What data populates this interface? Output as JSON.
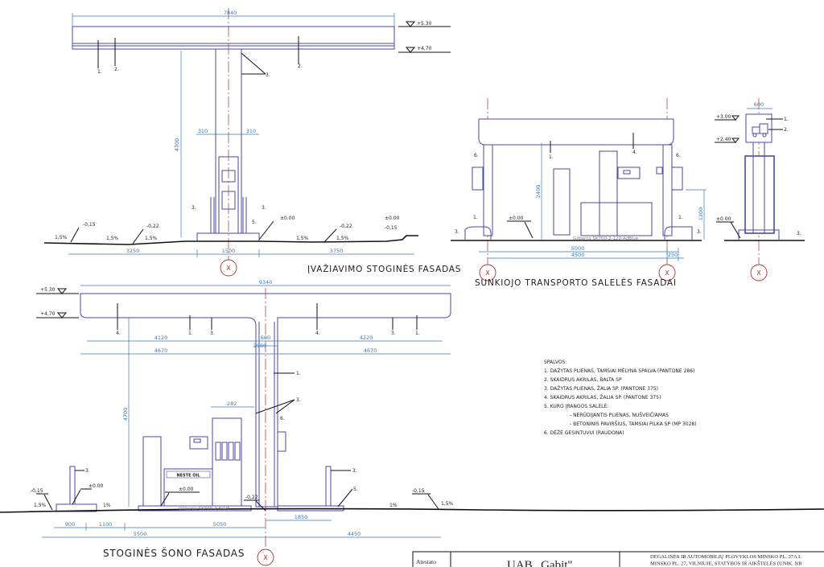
{
  "front": {
    "title": "ĮVAŽIAVIMO STOGINĖS FASADAS",
    "dims": [
      "7840",
      "4700",
      "310",
      "310",
      "3250",
      "1500",
      "3750"
    ],
    "levels": [
      "+5.30",
      "+4,70"
    ],
    "labels": [
      "1.",
      "2.",
      "2.",
      "3.",
      "3.",
      "3.",
      "5.",
      "-0,15",
      "1,5%",
      "1,5%",
      "-0,22",
      "1,5%",
      "±0.00",
      "1,5%",
      "-0,22",
      "1,5%",
      "±0.00",
      "-0,15"
    ],
    "axis": "X"
  },
  "truck": {
    "title": "SUNKIOJO TRANSPORTO SALELĖS FASADAI",
    "dims": [
      "5000",
      "4500",
      "250",
      "2400",
      "1200",
      "600"
    ],
    "levels": [
      "+3.00",
      "+2.40"
    ],
    "labels": [
      "6.",
      "1.",
      "4.",
      "6.",
      "1.",
      "1.",
      "3.",
      "3.",
      "±0.00",
      "1.",
      "2.",
      "±0.00",
      "3."
    ],
    "dispenser": "Gilbarco SK700-2-120-AdBlue",
    "axis": "X"
  },
  "side": {
    "title": "STOGINĖS ŠONO FASADAS",
    "dims": [
      "9340",
      "4120",
      "600",
      "4220",
      "2980",
      "4670",
      "4670",
      "4700",
      "-282",
      "900",
      "1100",
      "5050",
      "1850",
      "5500",
      "4450"
    ],
    "levels": [
      "+5.30",
      "+4,70"
    ],
    "labels": [
      "4.",
      "1.",
      "3.",
      "4.",
      "3.",
      "1.",
      "1.",
      "3.",
      "6.",
      "3.",
      "3.",
      "5.",
      "-0,15",
      "1,5%",
      "±0.00",
      "1%",
      "±0.00",
      "-0,22",
      "1%",
      "-0,15",
      "1,5%"
    ],
    "brand": "NESTE OIL",
    "dispenser": "Gilbarco SK700-2 8/4/8",
    "axis": "X"
  },
  "legend": {
    "heading": "SPALVOS:",
    "items": [
      "1. DAŽYTAS PLIENAS, TAMSIAI MĖLYNA SPALVA (PANTONE 286)",
      "2. SKAIDRUS AKRILAS, BALTA SP",
      "3. DAŽYTAS PLIENAS, ŽALIA SP. (PANTONE 375)",
      "4. SKAIDRUS AKRILAS, ŽALIA SP. (PANTONE 375)",
      "5. KURO ĮRANGOS SALELĖ:",
      "- NERŪDIJANTIS PLIENAS, NUŠVEIČIAMAS",
      "- BETONINIS PAVIRŠIUS, TAMSIAI PILKA SP (MP 3028)",
      "6. DĖŽĖ GESINTUVUI (RAUDONA)"
    ]
  },
  "title_block": {
    "cell1": "Atestato",
    "company": "UAB „Gabit\"",
    "project_line1": "DEGALINĖS IR AUTOMOBILIŲ PLOVYKLOS MINSKO PL. 27A L",
    "project_line2": "MINSKO PL. 27, VILNIUJE, STATYBOS IR AIKŠTELĖS (UNIK. NR"
  },
  "colors": {
    "outline": "#4a4aa8",
    "dimension": "#3a78b8",
    "axis": "#b03030",
    "ground": "#111111"
  }
}
